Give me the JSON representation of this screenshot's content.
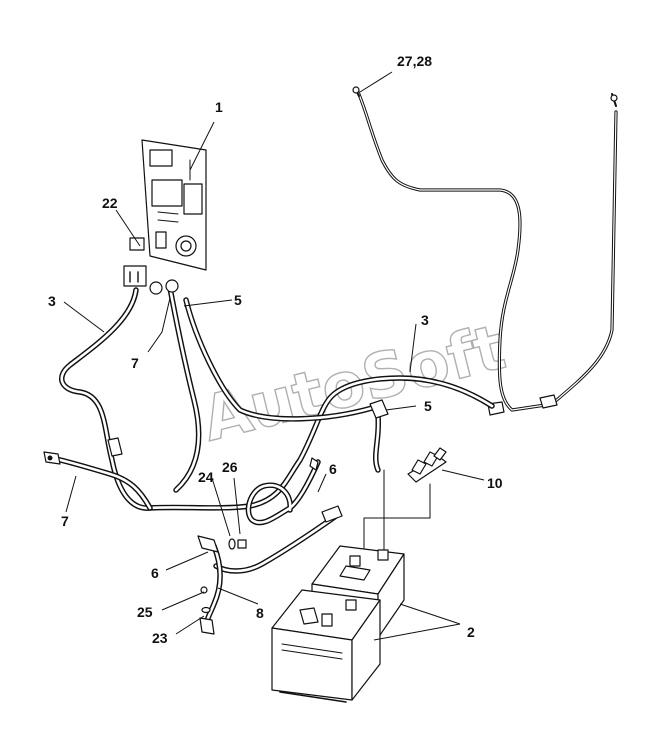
{
  "watermark": "AutoSoft",
  "callouts": [
    {
      "id": "c1",
      "text": "1"
    },
    {
      "id": "c2",
      "text": "2"
    },
    {
      "id": "c3a",
      "text": "3"
    },
    {
      "id": "c3b",
      "text": "3"
    },
    {
      "id": "c5a",
      "text": "5"
    },
    {
      "id": "c5b",
      "text": "5"
    },
    {
      "id": "c6a",
      "text": "6"
    },
    {
      "id": "c6b",
      "text": "6"
    },
    {
      "id": "c7a",
      "text": "7"
    },
    {
      "id": "c7b",
      "text": "7"
    },
    {
      "id": "c8",
      "text": "8"
    },
    {
      "id": "c10",
      "text": "10"
    },
    {
      "id": "c22",
      "text": "22"
    },
    {
      "id": "c23",
      "text": "23"
    },
    {
      "id": "c24",
      "text": "24"
    },
    {
      "id": "c25",
      "text": "25"
    },
    {
      "id": "c26",
      "text": "26"
    },
    {
      "id": "c2728",
      "text": "27,28"
    }
  ]
}
